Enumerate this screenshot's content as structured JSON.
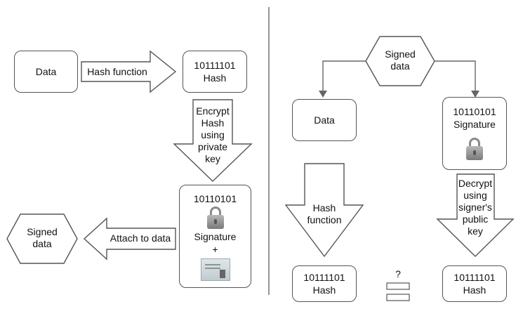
{
  "left": {
    "data_box": "Data",
    "hash_function_arrow": "Hash function",
    "hash_box": {
      "bits": "10111101",
      "label": "Hash"
    },
    "encrypt_arrow": [
      "Encrypt",
      "Hash",
      "using",
      "private",
      "key"
    ],
    "signature_box": {
      "bits": "10110101",
      "label": "Signature",
      "plus": "+"
    },
    "attach_arrow": "Attach to data",
    "signed_data": [
      "Signed",
      "data"
    ]
  },
  "right": {
    "signed_data": [
      "Signed",
      "data"
    ],
    "data_box": "Data",
    "signature_box": {
      "bits": "10110101",
      "label": "Signature"
    },
    "hash_function_arrow": [
      "Hash",
      "function"
    ],
    "decrypt_arrow": [
      "Decrypt",
      "using",
      "signer's",
      "public",
      "key"
    ],
    "hash_box_left": {
      "bits": "10111101",
      "label": "Hash"
    },
    "compare_mark": "?",
    "hash_box_right": {
      "bits": "10111101",
      "label": "Hash"
    }
  },
  "colors": {
    "stroke": "#555555",
    "divider": "#777777",
    "fill": "#ffffff"
  },
  "icons": [
    "padlock-icon",
    "certificate-icon",
    "equals-icon"
  ]
}
